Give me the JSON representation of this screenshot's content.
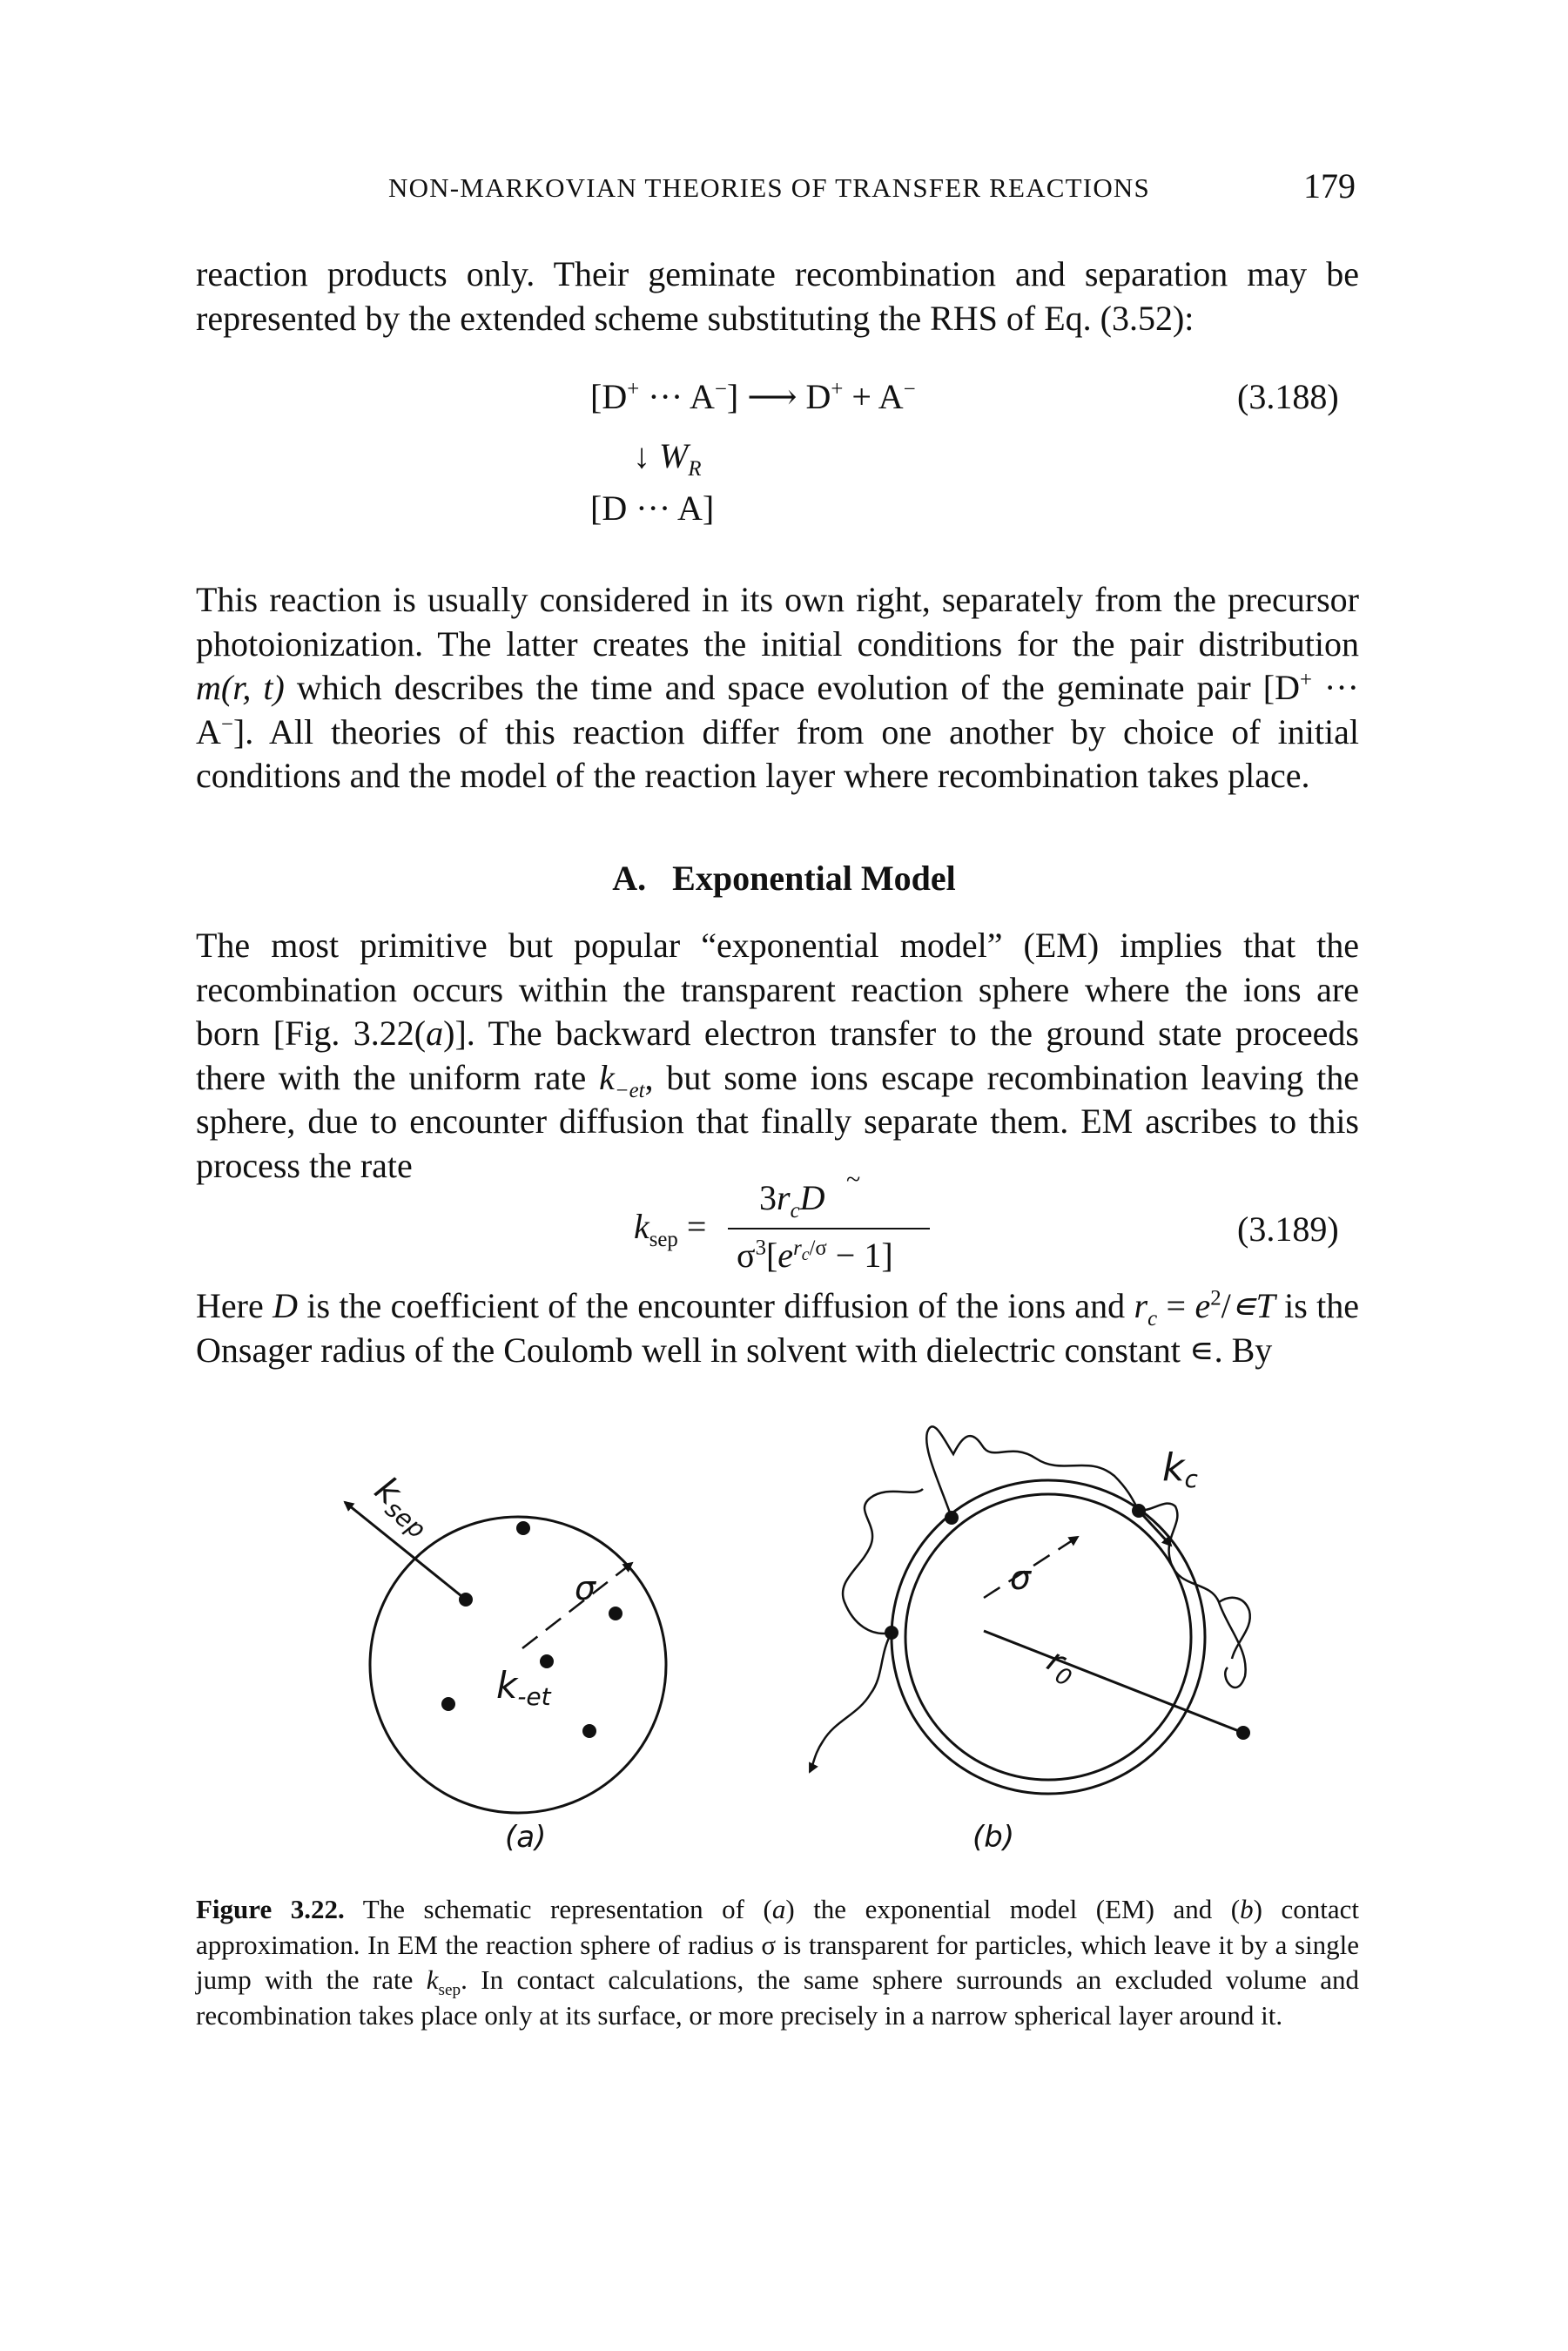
{
  "header": {
    "running_title": "NON-MARKOVIAN THEORIES OF TRANSFER REACTIONS",
    "page_number": "179"
  },
  "paragraph1": {
    "text": "reaction products only. Their geminate recombination and separation may be represented by the extended scheme substituting the RHS of Eq. (3.52):"
  },
  "equation_3_188": {
    "line1_left": "[D",
    "line1_mid": " ··· A",
    "line1_right": "]",
    "arrow": " ⟶ ",
    "products_d": "D",
    "products_plus": " + A",
    "plus_sup": "+",
    "minus_sup": "−",
    "down_arrow": "↓",
    "rate_w": "W",
    "rate_sub": "R",
    "line3": "[D ··· A]",
    "number": "(3.188)"
  },
  "paragraph2": {
    "part1": "This reaction is usually considered in its own right, separately from the precursor photoionization. The latter creates the initial conditions for the pair distribution ",
    "math_m": "m(r, t)",
    "part2": " which describes the time and space evolution of the geminate pair [D",
    "part3": " ··· A",
    "part4": "]. All theories of this reaction differ from one another by choice of initial conditions and the model of the reaction layer where recombination takes place."
  },
  "section": {
    "label": "A.",
    "title": "Exponential Model"
  },
  "paragraph3": {
    "part1": "The most primitive but popular “exponential model” (EM) implies that the recombination occurs within the transparent reaction sphere where the ions are born [Fig. 3.22(",
    "part1_italic": "a",
    "part2": ")]. The backward electron transfer to the ground state proceeds there with the uniform rate ",
    "k": "k",
    "k_sub": "−et",
    "part3": ", but some ions escape recombination leaving the sphere, due to encounter diffusion that finally separate them. EM ascribes to this process the rate"
  },
  "equation_3_189": {
    "lhs_k": "k",
    "lhs_sub": "sep",
    "equals": "=",
    "num_3": "3",
    "num_r": "r",
    "num_rsub": "c",
    "num_d": "D",
    "den_sigma": "σ",
    "den_pow": "3",
    "den_open": "[",
    "den_e": "e",
    "den_exp": "r",
    "den_exp_sub": "c",
    "den_exp_rest": "/σ",
    "den_rest": " − 1]",
    "number": "(3.189)"
  },
  "paragraph4": {
    "part1": "Here ",
    "d_tilde": "D",
    "part2": " is the coefficient of the encounter diffusion of the ions and ",
    "rc": "r",
    "rc_sub": "c",
    "part3": " = ",
    "e2": "e",
    "part4": "/",
    "eps_t": "∊T",
    "part5": " is the Onsager radius of the Coulomb well in solvent with dielectric constant ∊. By",
    "sq": "2"
  },
  "figure": {
    "label_a": "(a)",
    "label_b": "(b)",
    "a_ksep": "k",
    "a_ksep_sub": "sep",
    "a_sigma": "σ",
    "a_ket": "k",
    "a_ket_sub": "-et",
    "b_kc": "k",
    "b_kc_sub": "c",
    "b_sigma": "σ",
    "b_r0": "r",
    "b_r0_sub": "0"
  },
  "caption": {
    "label": "Figure 3.22.",
    "part1": " The schematic representation of (",
    "a": "a",
    "part2": ") the exponential model (EM) and (",
    "b": "b",
    "part3": ") contact approximation. In EM the reaction sphere of radius σ is transparent for particles, which leave it by a single jump with the rate ",
    "k": "k",
    "k_sub": "sep",
    "part4": ". In contact calculations, the same sphere surrounds an excluded volume and recombination takes place only at its surface, or more precisely in a narrow spherical layer around it."
  }
}
